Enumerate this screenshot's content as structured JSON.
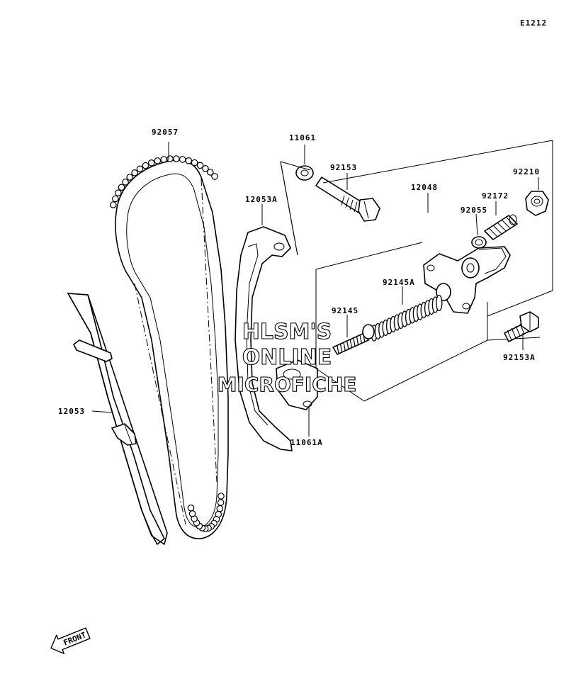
{
  "diagram_code": "E1212",
  "parts": [
    {
      "key": "p92057",
      "number": "92057"
    },
    {
      "key": "p11061",
      "number": "11061"
    },
    {
      "key": "p92153",
      "number": "92153"
    },
    {
      "key": "p12053A",
      "number": "12053A"
    },
    {
      "key": "p12048",
      "number": "12048"
    },
    {
      "key": "p92210",
      "number": "92210"
    },
    {
      "key": "p92172",
      "number": "92172"
    },
    {
      "key": "p92055",
      "number": "92055"
    },
    {
      "key": "p92145A",
      "number": "92145A"
    },
    {
      "key": "p92145",
      "number": "92145"
    },
    {
      "key": "p92153A",
      "number": "92153A"
    },
    {
      "key": "p12053",
      "number": "12053"
    },
    {
      "key": "p11061A",
      "number": "11061A"
    }
  ],
  "watermark": [
    "HLSM'S",
    "ONLINE",
    "MICROFICHE"
  ],
  "front_arrow": "FRONT"
}
